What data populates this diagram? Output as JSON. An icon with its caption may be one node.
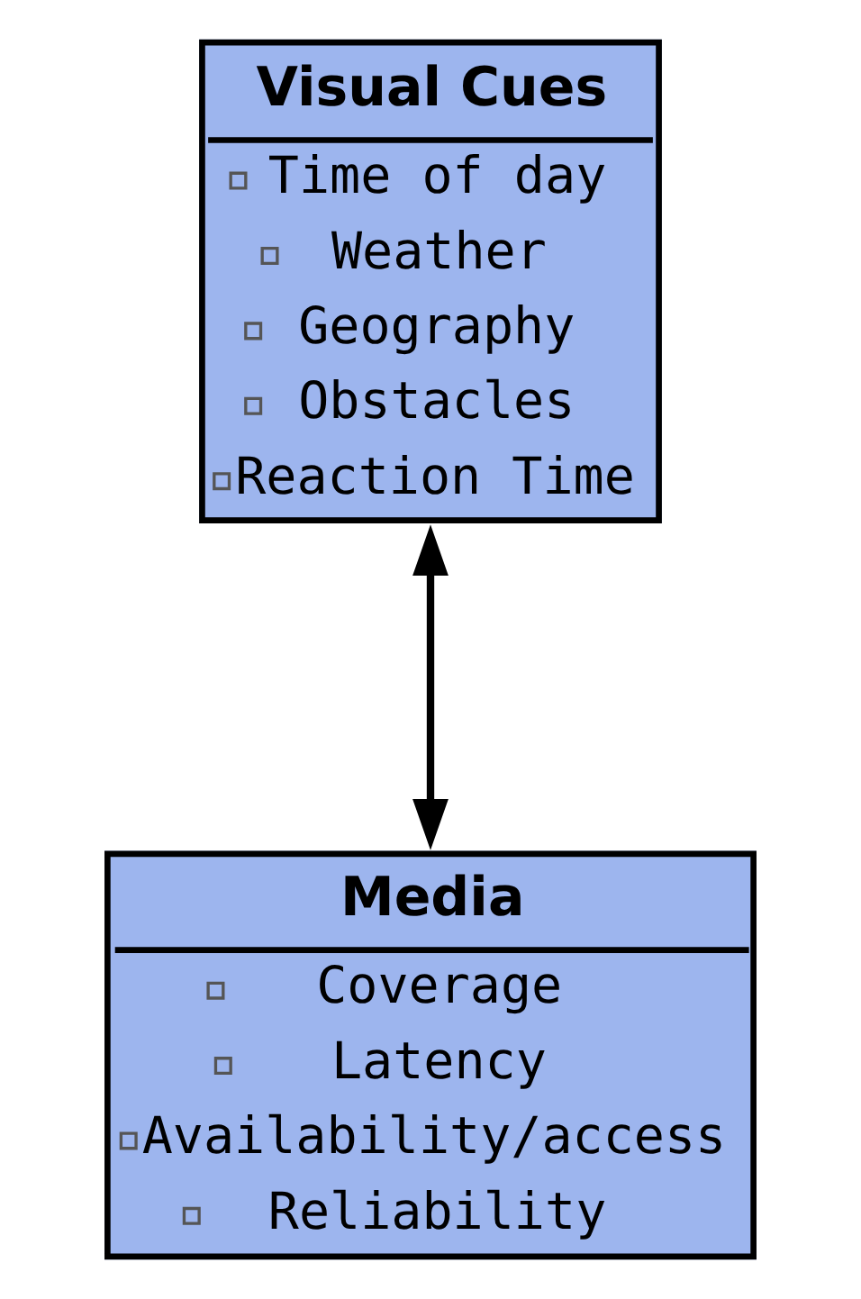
{
  "diagram": {
    "nodes": [
      {
        "text": [
          "Visual Cues",
          "Time of day",
          "Weather",
          "Geography",
          "Obstacles",
          "Reaction Time"
        ]
      },
      {
        "text": [
          "Media",
          "Coverage",
          "Latency",
          "Availability/access",
          "Reliability"
        ]
      }
    ],
    "edges": [
      {
        "from": 0,
        "to": 1,
        "arrow": "both"
      }
    ]
  }
}
